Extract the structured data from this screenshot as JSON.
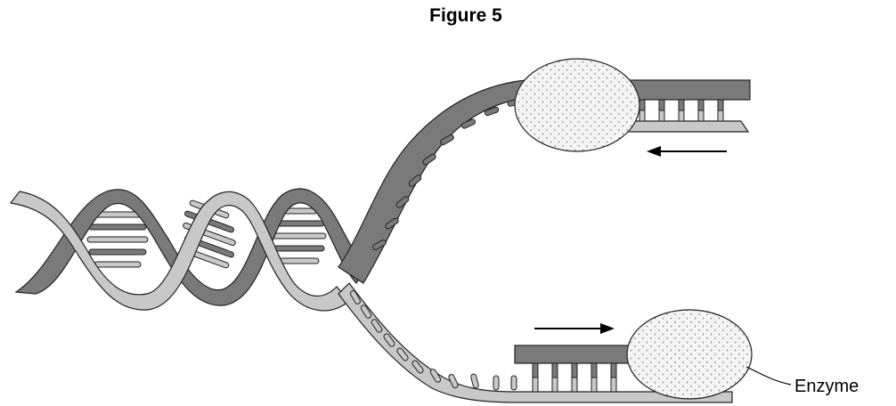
{
  "figure": {
    "title": "Figure 5",
    "labels": {
      "enzyme": "Enzyme"
    },
    "components": {
      "helix_pitch_turns": 3,
      "upper_enzyme": "enzyme-oval",
      "lower_enzyme": "enzyme-oval",
      "arrow_upper_direction": "left",
      "arrow_lower_direction": "right"
    },
    "colors": {
      "strand_dark": "#7a7a7a",
      "strand_light": "#c8c8c8",
      "outline": "#222222",
      "enzyme_fill": "#f2f2f2"
    }
  }
}
